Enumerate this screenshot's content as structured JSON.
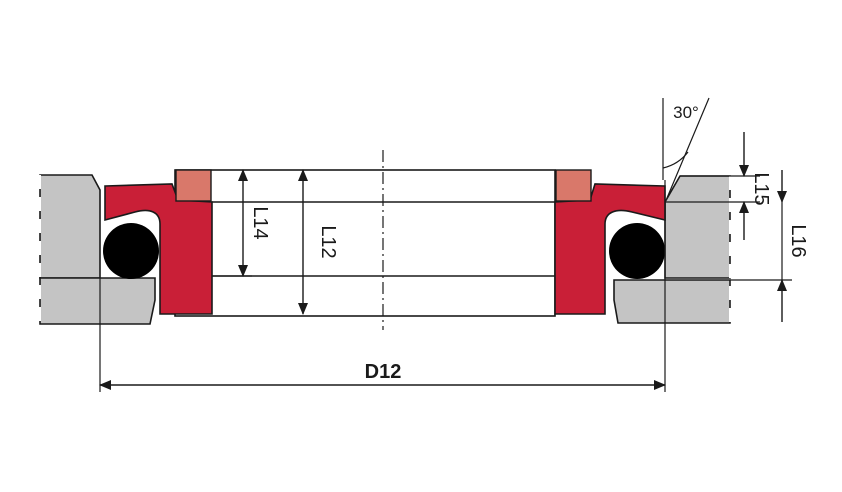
{
  "labels": {
    "d12": "D12",
    "l12": "L12",
    "l14": "L14",
    "l15": "L15",
    "l16": "L16",
    "angle": "30°"
  },
  "colors": {
    "seal_red": "#c91f37",
    "ring_salmon": "#d9786a",
    "housing_gray": "#c4c4c4",
    "oring_black": "#000000",
    "line": "#1a1a1a",
    "background": "#ffffff"
  }
}
